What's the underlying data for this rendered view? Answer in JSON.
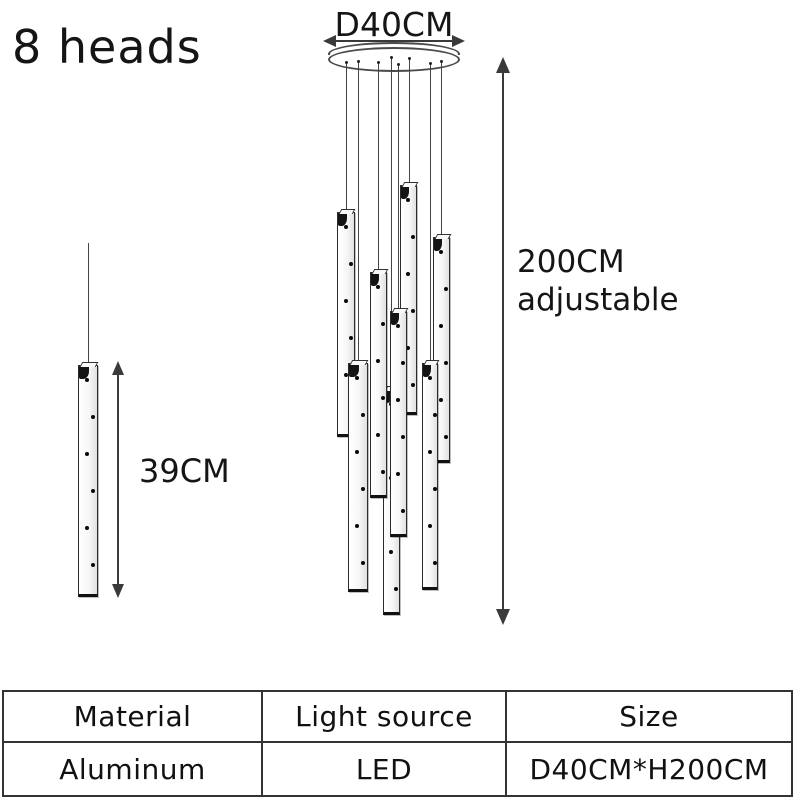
{
  "product": {
    "heads_label": "8 heads",
    "heads_count": 8,
    "canopy_diameter_label": "D40CM",
    "drop_height_label": [
      "200CM",
      "adjustable"
    ],
    "single_pendant_height_label": "39CM",
    "leds_per_tube": 6
  },
  "spec_table": {
    "headers": [
      "Material",
      "Light source",
      "Size"
    ],
    "rows": [
      [
        "Aluminum",
        "LED",
        "D40CM*H200CM"
      ]
    ]
  },
  "colors": {
    "background": "#ffffff",
    "ink": "#151515",
    "line": "#3a3a3a",
    "wire": "#444444",
    "tube_border": "#2b2b2b",
    "tube_cap": "#141414",
    "table_border": "#333333"
  }
}
